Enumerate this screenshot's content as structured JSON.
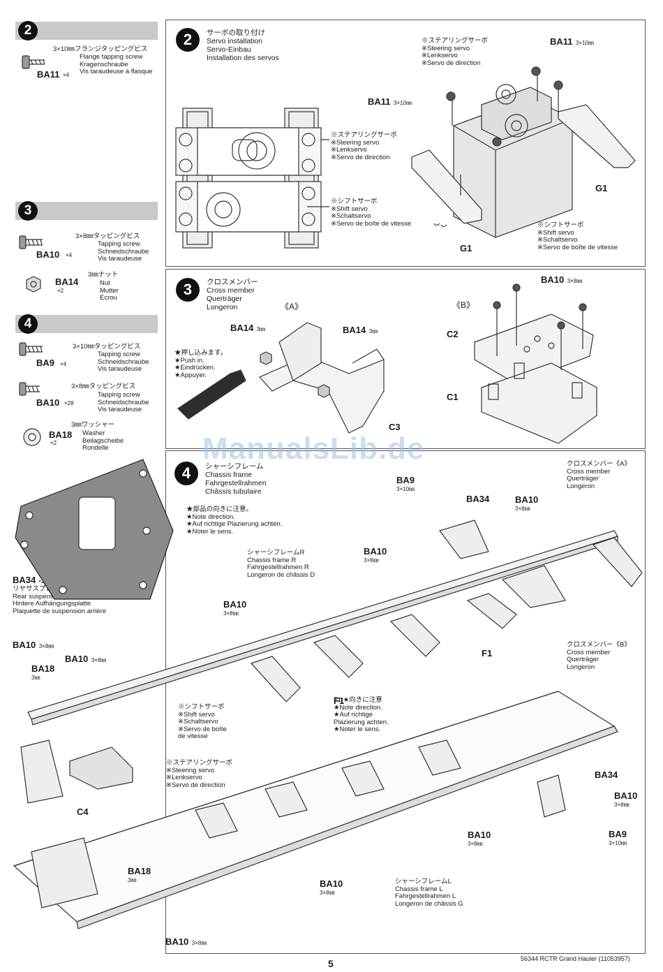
{
  "left_column": {
    "step2": {
      "number": "2",
      "part_code": "BA11",
      "qty": "×4",
      "size": "3×10㎜フランジタッピングビス",
      "names": [
        "Flange tapping screw",
        "Kragenschraube",
        "Vis taraudeuse à flasque"
      ]
    },
    "step3": {
      "number": "3",
      "screw": {
        "code": "BA10",
        "qty": "×4",
        "size": "3×8㎜タッピングビス",
        "names": [
          "Tapping screw",
          "Schneidschraube",
          "Vis taraudeuse"
        ]
      },
      "nut": {
        "code": "BA14",
        "qty": "×2",
        "size": "3㎜ナット",
        "names": [
          "Nut",
          "Mutter",
          "Ecrou"
        ]
      }
    },
    "step4": {
      "number": "4",
      "screw9": {
        "code": "BA9",
        "qty": "×4",
        "size": "3×10㎜タッピングビス",
        "names": [
          "Tapping screw",
          "Schneidschraube",
          "Vis taraudeuse"
        ]
      },
      "screw10": {
        "code": "BA10",
        "qty": "×28",
        "size": "3×8㎜タッピングビス",
        "names": [
          "Tapping screw",
          "Schneidschraube",
          "Vis taraudeuse"
        ]
      },
      "washer": {
        "code": "BA18",
        "qty": "×2",
        "size": "3㎜ワッシャー",
        "names": [
          "Washer",
          "Beilagscheibe",
          "Rondelle"
        ]
      },
      "plate": {
        "code": "BA34",
        "qty": "×2",
        "jp": "リヤサスプレート",
        "names": [
          "Rear suspension plate",
          "Hintere Aufhängungsplatte",
          "Plaquette de suspension arrière"
        ]
      }
    }
  },
  "panel2": {
    "number": "2",
    "title": [
      "サーボの取り付け",
      "Servo installation",
      "Servo-Einbau",
      "Installation des servos"
    ],
    "steering_servo": [
      "※ステアリングサーボ",
      "※Steering servo",
      "※Lenkservo",
      "※Servo de direction"
    ],
    "shift_servo": [
      "※シフトサーボ",
      "※Shift servo",
      "※Schaltservo",
      "※Servo de boîte de vitesse"
    ],
    "ba11_a": "BA11",
    "ba11_a_size": "3×10㎜",
    "ba11_b": "BA11",
    "ba11_b_size": "3×10㎜",
    "g1": "G1"
  },
  "panel3": {
    "number": "3",
    "title": [
      "クロスメンバー",
      "Cross member",
      "Querträger",
      "Longeron"
    ],
    "label_a": "《A》",
    "label_b": "《B》",
    "push": [
      "★押し込みます。",
      "★Push in.",
      "★Eindrücken.",
      "★Appuyer."
    ],
    "ba14": "BA14",
    "ba14_size": "3㎜",
    "ba10": "BA10",
    "ba10_size": "3×8㎜",
    "c1": "C1",
    "c2": "C2",
    "c3": "C3"
  },
  "panel4": {
    "number": "4",
    "title": [
      "シャーシフレーム",
      "Chassis frame",
      "Fahrgestellrahmen",
      "Châssis tubulaire"
    ],
    "note": [
      "★部品の向きに注意。",
      "★Note direction.",
      "★Auf richtige Plazierung achten.",
      "★Noter le sens."
    ],
    "frame_r": [
      "シャーシフレームR",
      "Chassis frame R",
      "Fahrgestellrahmen R",
      "Longeron de châssis D"
    ],
    "frame_l": [
      "シャーシフレームL",
      "Chassis frame L",
      "Fahrgestellrahmen L",
      "Longeron de châssis G"
    ],
    "cross_a": [
      "クロスメンバー《A》",
      "Cross member",
      "Querträger",
      "Longeron"
    ],
    "cross_b": [
      "クロスメンバー《B》",
      "Cross member",
      "Querträger",
      "Longeron"
    ],
    "direction": [
      "F1 ★向きに注意",
      "★Note direction.",
      "★Auf richtige",
      "Plazierung achten.",
      "★Noter le sens."
    ],
    "shift_servo": [
      "※シフトサーボ",
      "※Shift servo",
      "※Schaltservo",
      "※Servo de boîte",
      "de vitesse"
    ],
    "steering_servo": [
      "※ステアリングサーボ",
      "※Steering servo",
      "※Lenkservo",
      "※Servo de direction"
    ],
    "labels": {
      "ba9_top": "BA9",
      "ba9_top_size": "3×10㎜",
      "ba34_top": "BA34",
      "ba10_top": "BA10",
      "ba10_top_size": "3×8㎜",
      "ba10_mid": "BA10",
      "ba10_mid_size": "3×8㎜",
      "ba10_left": "BA10",
      "ba10_left_size": "3×8㎜",
      "ba10_a": "BA10",
      "ba10_a_size": "3×8㎜",
      "ba18_a": "BA18",
      "ba18_a_size": "3㎜",
      "ba10_b": "BA10",
      "ba10_b_size": "3×8㎜",
      "f1_a": "F1",
      "f1_b": "F1",
      "c4": "C4",
      "ba34_r": "BA34",
      "ba10_r": "BA10",
      "ba10_r_size": "3×8㎜",
      "ba9_r": "BA9",
      "ba9_r_size": "3×10㎜",
      "ba10_c": "BA10",
      "ba10_c_size": "3×8㎜",
      "ba18_b": "BA18",
      "ba18_b_size": "3㎜",
      "ba10_d": "BA10",
      "ba10_d_size": "3×8㎜",
      "ba10_e": "BA10",
      "ba10_e_size": "3×8㎜"
    }
  },
  "footer": {
    "page": "5",
    "ref": "56344 RCTR Grand Hauler (11053957)"
  },
  "watermark": "ManualsLib.de"
}
